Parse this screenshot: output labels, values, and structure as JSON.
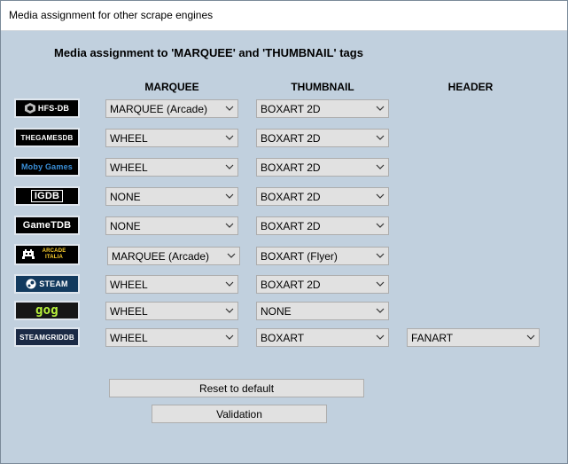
{
  "window": {
    "title": "Media assignment for other scrape engines"
  },
  "heading": "Media assignment to 'MARQUEE' and 'THUMBNAIL' tags",
  "columns": {
    "marquee": "MARQUEE",
    "thumbnail": "THUMBNAIL",
    "header": "HEADER"
  },
  "rows": [
    {
      "engine": "HFS-DB",
      "marquee": "MARQUEE (Arcade)",
      "thumbnail": "BOXART 2D"
    },
    {
      "engine": "THEGAMESDB",
      "marquee": "WHEEL",
      "thumbnail": "BOXART 2D"
    },
    {
      "engine": "Moby Games",
      "marquee": "WHEEL",
      "thumbnail": "BOXART 2D"
    },
    {
      "engine": "IGDB",
      "marquee": "NONE",
      "thumbnail": "BOXART 2D"
    },
    {
      "engine": "GameTDB",
      "marquee": "NONE",
      "thumbnail": "BOXART 2D"
    },
    {
      "engine": "ARCADE ITALIA",
      "marquee": "MARQUEE (Arcade)",
      "thumbnail": "BOXART (Flyer)"
    },
    {
      "engine": "STEAM",
      "marquee": "WHEEL",
      "thumbnail": "BOXART 2D"
    },
    {
      "engine": "gog",
      "marquee": "WHEEL",
      "thumbnail": "NONE"
    },
    {
      "engine": "STEAMGRIDDB",
      "marquee": "WHEEL",
      "thumbnail": "BOXART",
      "header": "FANART"
    }
  ],
  "buttons": {
    "reset": "Reset to default",
    "validation": "Validation"
  },
  "icons": {
    "chevron": "chevron-down-icon"
  },
  "colors": {
    "window_bg": "#c1d0de",
    "control_bg": "#e1e1e1",
    "control_border": "#adadad"
  }
}
